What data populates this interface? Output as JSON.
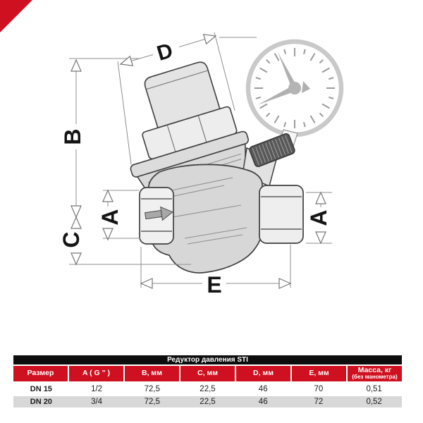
{
  "corner": {
    "note": "red folded-corner accent"
  },
  "colors": {
    "accent_red": "#cf1020",
    "table_title_bg": "#0d0d0d",
    "row_alt_bg": "#d8d8d8"
  },
  "diagram": {
    "labels": {
      "b": "B",
      "c": "C",
      "a_left": "A",
      "a_right": "A",
      "d": "D",
      "e": "E"
    }
  },
  "table": {
    "title": "Редуктор давления STI",
    "headers": [
      "Размер",
      "A ( G \" )",
      "B, мм",
      "C, мм",
      "D, мм",
      "E, мм",
      "Масса, кг"
    ],
    "mass_subheader": "(без манометра)",
    "rows": [
      [
        "DN 15",
        "1/2",
        "72,5",
        "22,5",
        "46",
        "70",
        "0,51"
      ],
      [
        "DN 20",
        "3/4",
        "72,5",
        "22,5",
        "46",
        "72",
        "0,52"
      ]
    ]
  }
}
